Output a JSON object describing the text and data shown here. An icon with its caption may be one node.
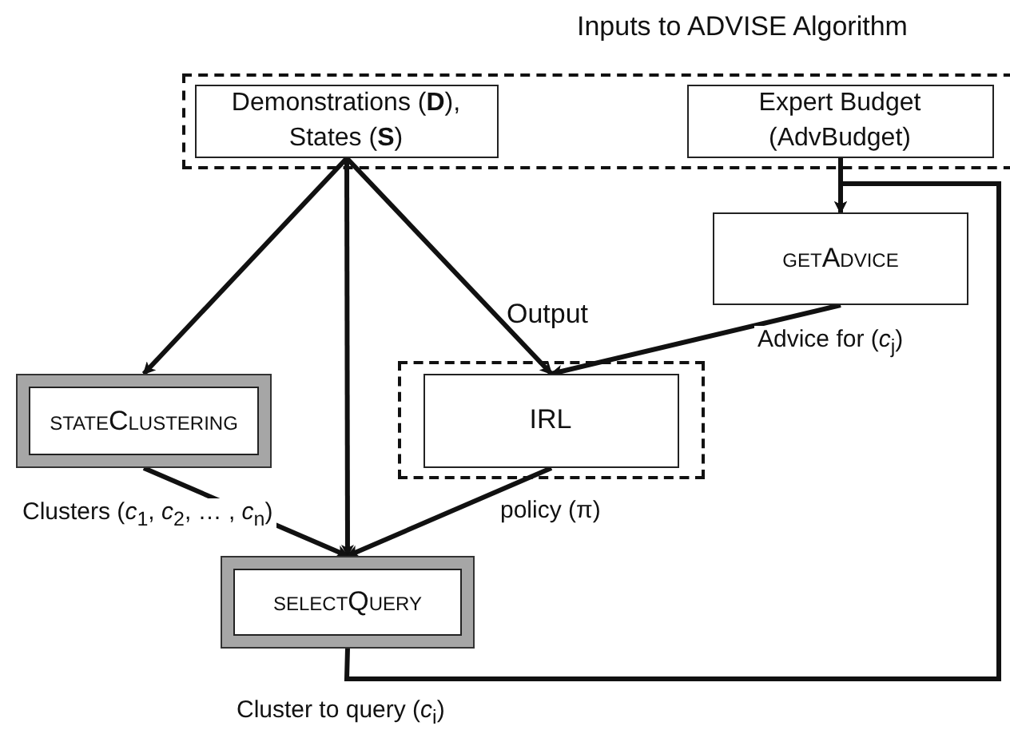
{
  "diagram": {
    "nodes": [
      {
        "text": [
          "Inputs to ADVISE Algorithm"
        ]
      },
      {
        "text": [
          "Demonstrations (**D**), States (**S**)"
        ],
        "in": 0
      },
      {
        "text": [
          "Expert Budget (AdvBudget)"
        ],
        "in": 0
      },
      {
        "text": [
          "getAdvice"
        ]
      },
      {
        "text": [
          "Output"
        ]
      },
      {
        "text": [
          "IRL"
        ],
        "in": 4
      },
      {
        "text": [
          "stateClustering"
        ]
      },
      {
        "text": [
          "selectQuery"
        ],
        "beside": [
          "Cluster to query (*c*$_{i}$)"
        ]
      }
    ],
    "edges": [
      {
        "from": 1,
        "to": 6,
        "arrow": "to"
      },
      {
        "from": 1,
        "to": 7,
        "arrow": "to"
      },
      {
        "from": 1,
        "to": 5,
        "arrow": "to"
      },
      {
        "from": 2,
        "to": 3,
        "arrow": "to"
      },
      {
        "from": 3,
        "to": 5,
        "arrow": "to",
        "label": "Advice for (*c*$_{j}$)"
      },
      {
        "from": 6,
        "to": 7,
        "arrow": "to",
        "label": "Clusters (*c*$_{1}$, *c*$_{2}$, … , *c*$_{n}$)"
      },
      {
        "from": 5,
        "to": 7,
        "arrow": "to",
        "label": "policy (π)"
      },
      {
        "from": 7,
        "to": 3,
        "arrow": "to"
      }
    ]
  }
}
